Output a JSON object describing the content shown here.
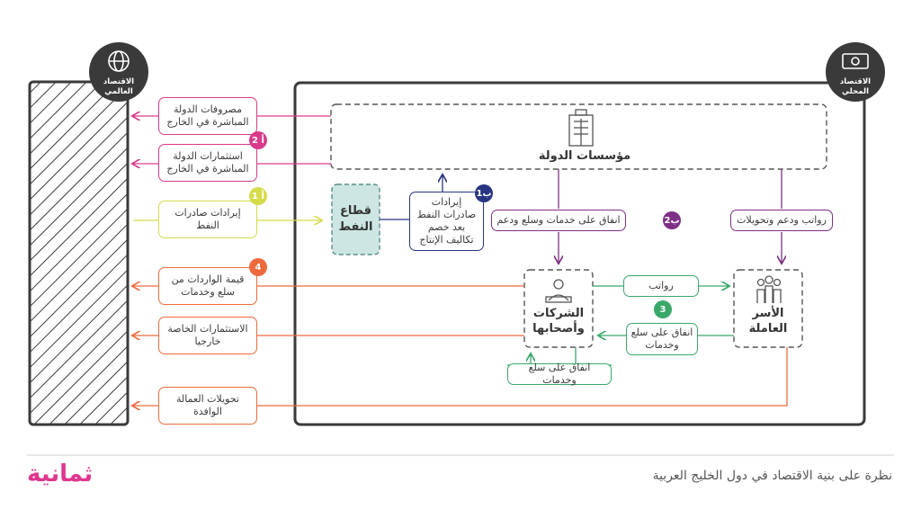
{
  "global_economy": {
    "label": "الاقتصاد العالمي"
  },
  "local_economy": {
    "label": "الاقتصاد المحلي"
  },
  "nodes": {
    "state_institutions": "مؤسسات الدولة",
    "oil_sector": "قطاع النفط",
    "companies": "الشركات وأصحابها",
    "households": "الأسر العاملة"
  },
  "flows": {
    "state_direct_spending": "مصروفات الدولة المباشرة في الخارج",
    "state_direct_investments": "استثمارات الدولة المباشرة في الخارج",
    "oil_export_revenue": "إيرادات صادرات النفط",
    "oil_net_revenue": "إيرادات صادرات النفط بعد خصم تكاليف الإنتاج",
    "state_spending_goods": "انفاق على خدمات وسلع ودعم",
    "salaries_support_transfers": "رواتب ودعم وتحويلات",
    "imports_value": "قيمة الواردات من سلع وخدمات",
    "private_investments": "الاستثمارات الخاصة خارجيا",
    "expat_remittances": "تحويلات العمالة الوافدة",
    "wages": "رواتب",
    "household_spending": "انفاق على سلع وخدمات",
    "company_spending": "انفاق على سلع وخدمات"
  },
  "badges": {
    "b2a": "2 أ",
    "b1a": "1 أ",
    "b1b": "1ب",
    "b2b": "2ب",
    "b3": "3",
    "b4": "4"
  },
  "footer": {
    "title": "نظرة على بنية الاقتصاد في دول الخليج العربية",
    "brand": "ثمانية"
  },
  "colors": {
    "pink": "#d93a8a",
    "yellow": "#d6db4c",
    "orange": "#ee6a3c",
    "purple": "#7e2f86",
    "navy": "#283582",
    "green": "#3aa86a",
    "teal": "#cde6e3",
    "dark": "#3a3a3a",
    "brand": "#e0368d"
  },
  "icons": {
    "global": "globe-dollar-icon",
    "local": "banknote-icon",
    "state": "building-icon",
    "companies": "business-people-icon",
    "households": "family-group-icon"
  }
}
